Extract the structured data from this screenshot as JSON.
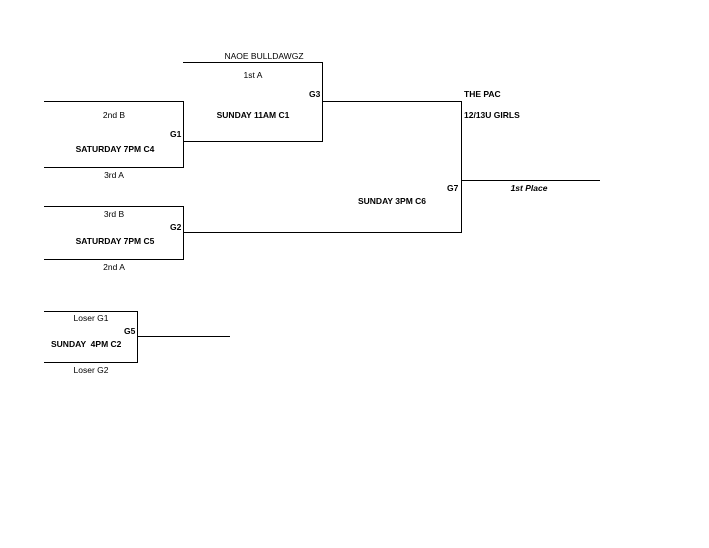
{
  "tournament": {
    "venue": "THE PAC",
    "division": "12/13U GIRLS"
  },
  "games": {
    "g1": {
      "label": "G1",
      "time": "SATURDAY 7PM C4",
      "top": "2nd B",
      "bottom": "3rd A"
    },
    "g2": {
      "label": "G2",
      "time": "SATURDAY 7PM C5",
      "top": "3rd B",
      "bottom": "2nd A"
    },
    "g3": {
      "label": "G3",
      "time": "SUNDAY 11AM C1",
      "top_team": "NAOE BULLDAWGZ",
      "top_seed": "1st A"
    },
    "g5": {
      "label": "G5",
      "time": "SUNDAY  4PM C2",
      "top": "Loser G1",
      "bottom": "Loser G2"
    },
    "g7": {
      "label": "G7",
      "time": "SUNDAY 3PM C6",
      "result": "1st Place"
    }
  }
}
